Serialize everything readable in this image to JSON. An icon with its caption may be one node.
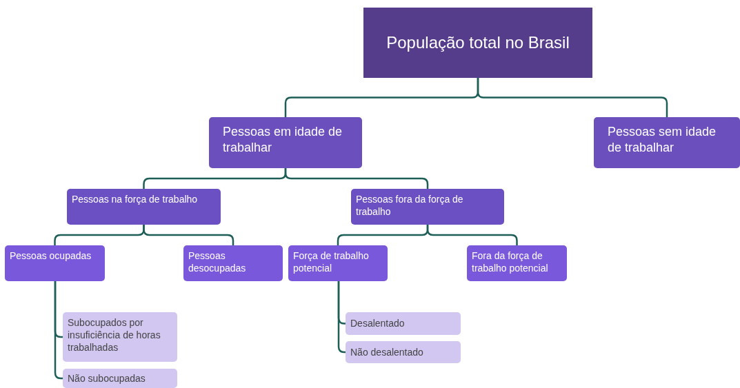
{
  "diagram": {
    "nodes": [
      {
        "text": [
          "População total no Brasil"
        ]
      },
      {
        "text": [
          "Pessoas em idade de trabalhar"
        ]
      },
      {
        "text": [
          "Pessoas sem idade de trabalhar"
        ]
      },
      {
        "text": [
          "Pessoas na força de trabalho"
        ]
      },
      {
        "text": [
          "Pessoas fora da força de trabalho"
        ]
      },
      {
        "text": [
          "Pessoas ocupadas"
        ]
      },
      {
        "text": [
          "Pessoas desocupadas"
        ]
      },
      {
        "text": [
          "Força de trabalho potencial"
        ]
      },
      {
        "text": [
          "Fora da força de trabalho potencial"
        ]
      },
      {
        "text": [
          "Subocupados por insuficiência de horas trabalhadas"
        ]
      },
      {
        "text": [
          "Não subocupadas"
        ]
      },
      {
        "text": [
          "Desalentado"
        ]
      },
      {
        "text": [
          "Não desalentado"
        ]
      }
    ],
    "edges": [
      {
        "from": 0,
        "to": 1,
        "arrow": "none"
      },
      {
        "from": 0,
        "to": 2,
        "arrow": "none"
      },
      {
        "from": 1,
        "to": 3,
        "arrow": "none"
      },
      {
        "from": 1,
        "to": 4,
        "arrow": "none"
      },
      {
        "from": 3,
        "to": 5,
        "arrow": "none"
      },
      {
        "from": 3,
        "to": 6,
        "arrow": "none"
      },
      {
        "from": 4,
        "to": 7,
        "arrow": "none"
      },
      {
        "from": 4,
        "to": 8,
        "arrow": "none"
      },
      {
        "from": 5,
        "to": 9,
        "arrow": "none"
      },
      {
        "from": 5,
        "to": 10,
        "arrow": "none"
      },
      {
        "from": 7,
        "to": 11,
        "arrow": "none"
      },
      {
        "from": 7,
        "to": 12,
        "arrow": "none"
      }
    ]
  }
}
